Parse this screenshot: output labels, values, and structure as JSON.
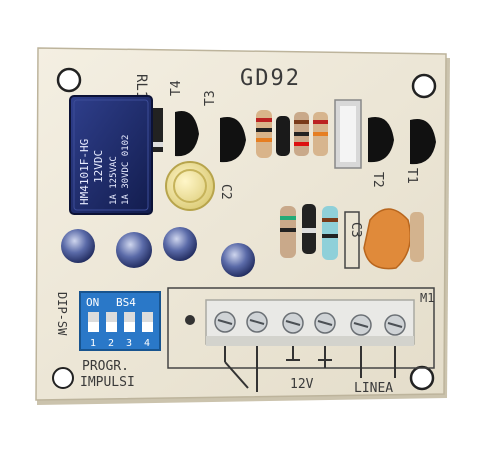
{
  "board": {
    "model": "GD92",
    "relay_ref": "RL1",
    "relay_lines": [
      "HM4101F-HG",
      "12VDC",
      "1A 125VAC",
      "1A 30VDC 0102"
    ],
    "transistors": [
      "T4",
      "T3",
      "T2",
      "T1"
    ],
    "capacitor_refs": [
      "C2",
      "C3"
    ],
    "module_ref": "M1",
    "dip": {
      "title_on": "ON",
      "title_model": "BS4",
      "side_label": "DIP-SW",
      "numbers": [
        "1",
        "2",
        "3",
        "4"
      ],
      "caption_line1": "PROGR.",
      "caption_line2": "IMPULSI"
    },
    "terminal_labels": {
      "voltage": "12V",
      "line": "LINEA"
    }
  },
  "colors": {
    "pcb": "#eee8d8",
    "silk": "#3a3a3a",
    "relay": "#1b2a6b",
    "dip": "#2a78c8",
    "terminal": "#e9e9e6"
  }
}
